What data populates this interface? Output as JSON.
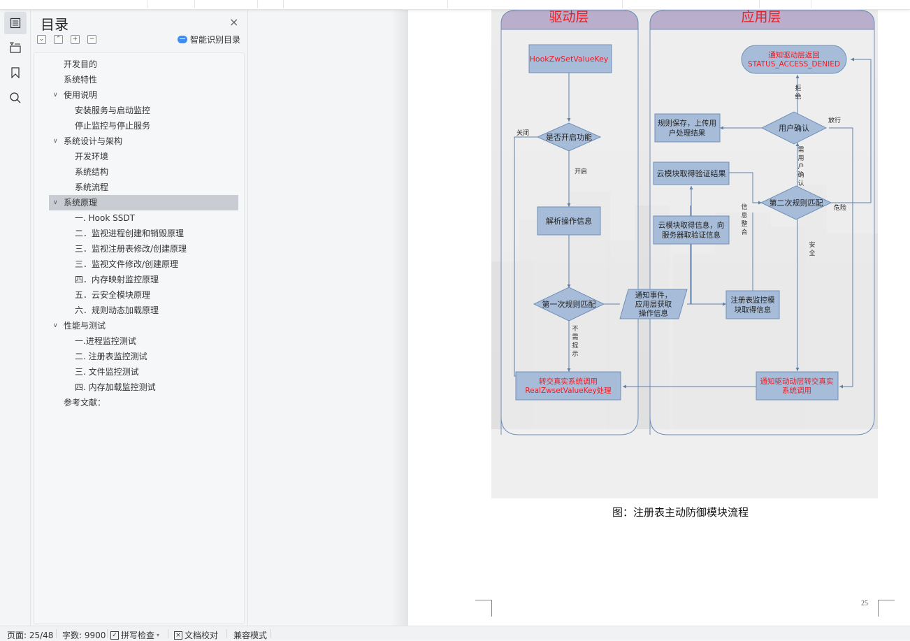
{
  "sidebar_icons": [
    {
      "name": "toc-icon",
      "active": true
    },
    {
      "name": "navigation-icon",
      "active": false
    },
    {
      "name": "bookmark-icon",
      "active": false
    },
    {
      "name": "search-icon",
      "active": false
    }
  ],
  "toc": {
    "title": "目录",
    "close_glyph": "×",
    "buttons": [
      {
        "name": "collapse-all-button",
        "glyph": "⌄"
      },
      {
        "name": "expand-up-button",
        "glyph": "⌃"
      },
      {
        "name": "add-heading-button",
        "glyph": "+"
      },
      {
        "name": "remove-heading-button",
        "glyph": "−"
      }
    ],
    "smart_label": "智能识别目录",
    "items": [
      {
        "label": "开发目的",
        "level": 1,
        "expandable": false,
        "selected": false
      },
      {
        "label": "系统特性",
        "level": 1,
        "expandable": false,
        "selected": false
      },
      {
        "label": "使用说明",
        "level": 1,
        "expandable": true,
        "selected": false
      },
      {
        "label": "安装服务与启动监控",
        "level": 2,
        "expandable": false,
        "selected": false
      },
      {
        "label": "停止监控与停止服务",
        "level": 2,
        "expandable": false,
        "selected": false
      },
      {
        "label": "系统设计与架构",
        "level": 1,
        "expandable": true,
        "selected": false
      },
      {
        "label": "开发环境",
        "level": 2,
        "expandable": false,
        "selected": false
      },
      {
        "label": "系统结构",
        "level": 2,
        "expandable": false,
        "selected": false
      },
      {
        "label": "系统流程",
        "level": 2,
        "expandable": false,
        "selected": false
      },
      {
        "label": "系统原理",
        "level": 1,
        "expandable": true,
        "selected": true
      },
      {
        "label": "一.   Hook SSDT",
        "level": 2,
        "expandable": false,
        "selected": false
      },
      {
        "label": "二．监视进程创建和销毁原理",
        "level": 2,
        "expandable": false,
        "selected": false
      },
      {
        "label": "三．监视注册表修改/创建原理",
        "level": 2,
        "expandable": false,
        "selected": false
      },
      {
        "label": "三．监视文件修改/创建原理",
        "level": 2,
        "expandable": false,
        "selected": false
      },
      {
        "label": "四．内存映射监控原理",
        "level": 2,
        "expandable": false,
        "selected": false
      },
      {
        "label": "五．云安全模块原理",
        "level": 2,
        "expandable": false,
        "selected": false
      },
      {
        "label": "六．规则动态加载原理",
        "level": 2,
        "expandable": false,
        "selected": false
      },
      {
        "label": "性能与测试",
        "level": 1,
        "expandable": true,
        "selected": false
      },
      {
        "label": "一.进程监控测试",
        "level": 2,
        "expandable": false,
        "selected": false
      },
      {
        "label": "二. 注册表监控测试",
        "level": 2,
        "expandable": false,
        "selected": false
      },
      {
        "label": "三. 文件监控测试",
        "level": 2,
        "expandable": false,
        "selected": false
      },
      {
        "label": "四. 内存加载监控测试",
        "level": 2,
        "expandable": false,
        "selected": false
      },
      {
        "label": "参考文献：",
        "level": 1,
        "expandable": false,
        "selected": false
      }
    ]
  },
  "document": {
    "caption": "图：注册表主动防御模块流程",
    "page_number": "25",
    "flowchart": {
      "lanes": {
        "driver": "驱动层",
        "app": "应用层"
      },
      "nodes": {
        "hook": "HookZwSetValueKey",
        "enabled_check": "是否开启功能",
        "parse": "解析操作信息",
        "first_match": "第一次规则匹配",
        "notify_event": [
          "通知事件，",
          "应用层获取",
          "操作信息"
        ],
        "forward_real": [
          "转交真实系统调用",
          "RealZwsetValueKey处理"
        ],
        "notify_denied": [
          "通知驱动层返回",
          "STATUS_ACCESS_DENIED"
        ],
        "save_rule": [
          "规则保存，上传用",
          "户处理结果"
        ],
        "user_confirm": "用户确认",
        "cloud_result": "云模块取得验证结果",
        "cloud_info": [
          "云模块取得信息，向",
          "服务器取验证信息"
        ],
        "second_match": "第二次规则匹配",
        "reg_monitor": [
          "注册表监控模",
          "块取得信息"
        ],
        "notify_forward": [
          "通知驱动动层转交真实",
          "系统调用"
        ]
      },
      "edge_labels": {
        "closed": "关闭",
        "open": "开启",
        "no_prompt": "不需提示",
        "reject": "拒绝",
        "allow": "放行",
        "need_confirm": "需用户确认",
        "info_merge": "信息整合",
        "danger": "危险",
        "safe": "安全"
      },
      "colors": {
        "node_fill": "#a7bcd8",
        "node_stroke": "#6f8fb8",
        "lane_header": "#b9aecb",
        "red_text": "#ee1c24",
        "edge": "#5f7fa8"
      }
    }
  },
  "status_bar": {
    "page": "页面: 25/48",
    "words": "字数: 9900",
    "spell_check": "拼写检查",
    "doc_proof": "文档校对",
    "compat_mode": "兼容模式"
  }
}
